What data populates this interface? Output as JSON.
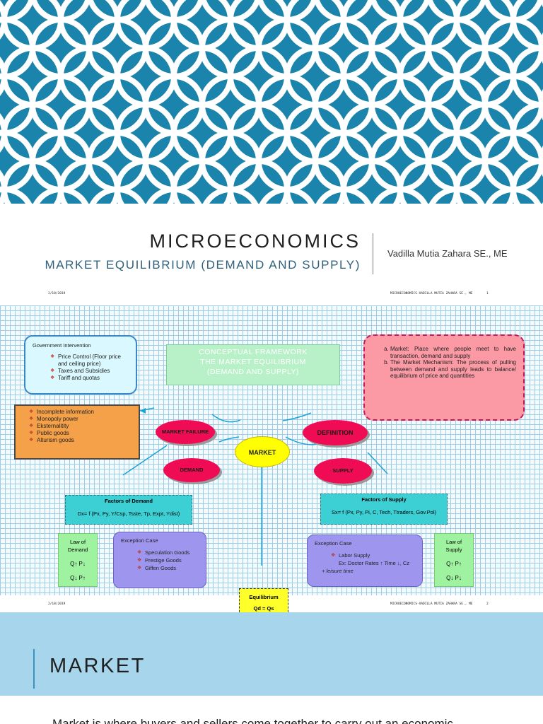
{
  "slide1": {
    "title": "MICROECONOMICS",
    "subtitle": "MARKET EQUILIBRIUM (DEMAND AND SUPPLY)",
    "author": "Vadilla Mutia Zahara SE., ME",
    "pattern_colors": {
      "background": "#1a84ad",
      "rings": "#ffffff"
    }
  },
  "slide2": {
    "header_date": "2/18/2019",
    "header_source": "MICROECONOMICS-VADILLA MUTIA ZAHARA SE., ME",
    "header_page": "1",
    "footer_date": "2/18/2019",
    "footer_source": "MICROECONOMICS-VADILLA MUTIA ZAHARA SE., ME",
    "footer_page": "2",
    "government": {
      "heading": "Government Intervention",
      "items": [
        "Price Control (Floor price and ceiling price)",
        "Taxes and Subsidies",
        "Tariff and quotas"
      ]
    },
    "market_failure_items": [
      "Incomplete information",
      "Monopoly power",
      "Eksternalitity",
      "Public goods",
      "Alturism goods"
    ],
    "concept": {
      "line1": "CONCEPTUAL FRAMEWORK",
      "line2": "THE MARKET EQUILIBRIUM",
      "line3": "(DEMAND AND SUPPLY)"
    },
    "definition_items": [
      "Market: Place where people meet to have transaction, demand and supply",
      "The Market Mechanism: The process of pulling between demand and supply leads to balance/ equilibrium of price and quantities"
    ],
    "nodes": {
      "market": "MARKET",
      "market_failure": "MARKET FAILURE",
      "definition": "DEFINITION",
      "demand": "DEMAND",
      "supply": "SUPPLY"
    },
    "factors_demand": {
      "title": "Factors of Demand",
      "formula": "Dx= f (Px, Py, Y/Csp, Tsste, Tp, Expt, Ydist)"
    },
    "factors_supply": {
      "title": "Factors of Supply",
      "formula": "Sx= f (Px, Py, Pi, C, Tech, Ttraders, Gov.Pol)"
    },
    "law_demand": {
      "line1": "Law of",
      "line2": "Demand",
      "sym1": "Q↑ P↓",
      "sym2": "Q↓ P↑"
    },
    "law_supply": {
      "line1": "Law of",
      "line2": "Supply",
      "sym1": "Q↑ P↑",
      "sym2": "Q↓ P↓"
    },
    "exception_demand": {
      "title": "Exception Case",
      "items": [
        "Speculation Goods",
        "Prestige Goods",
        "Giffen Goods"
      ]
    },
    "exception_supply": {
      "title": "Exception Case",
      "item": "Labor Supply",
      "note": "Ex: Doctor Rates ↑ Time ↓, Cz",
      "italic": "+ leisure time"
    },
    "equilibrium": {
      "title": "Equilibrium",
      "formula": "Qd = Qs"
    },
    "colors": {
      "grid": "#9ecbe6",
      "red_node": "#ef0c55",
      "market_node": "#ffff00",
      "factors": "#3ccfd4",
      "law": "#9ff29f",
      "exception": "#9e95ee",
      "failure_box": "#f5a14a",
      "definition_box": "#fb9aa5",
      "government_box": "#d9f8ff"
    }
  },
  "slide3": {
    "title": "MARKET",
    "body": "Market is where buyers and sellers come together to carry out an economic"
  }
}
